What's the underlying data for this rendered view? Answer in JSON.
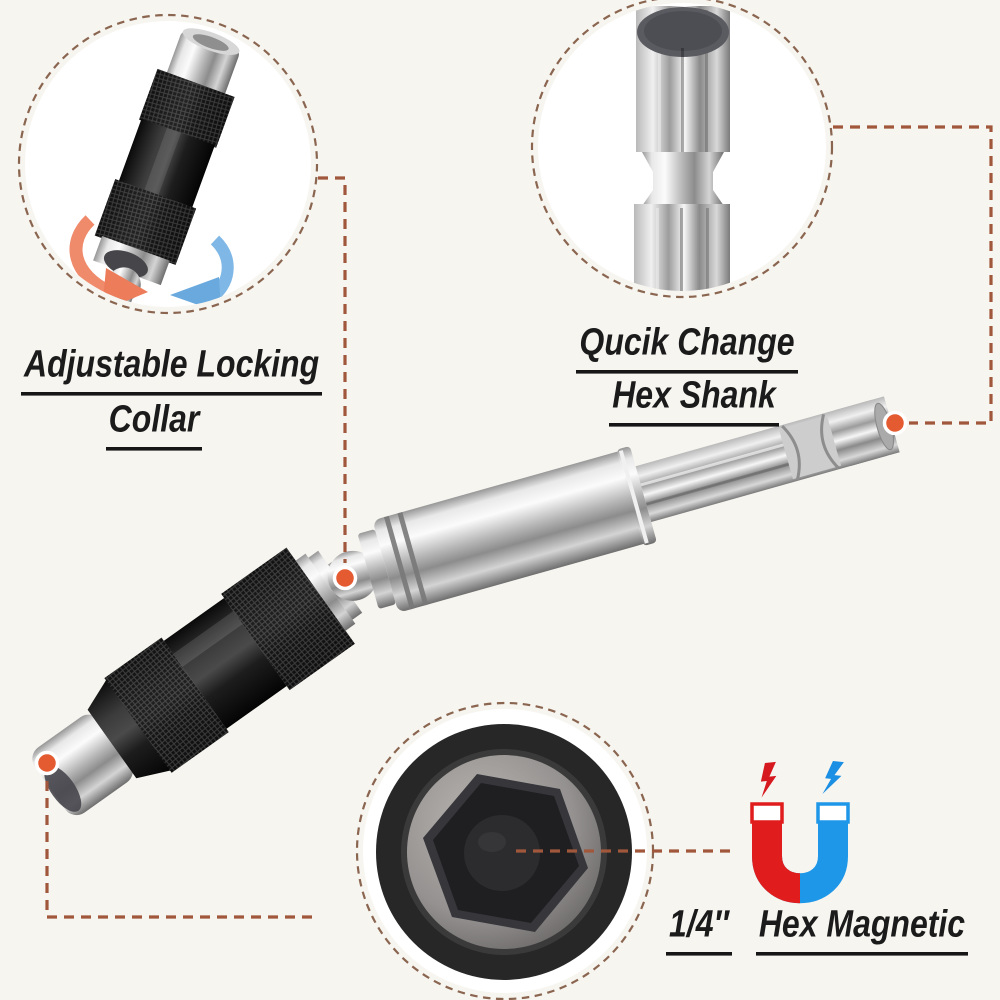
{
  "page": {
    "background": "#f7f5f0",
    "description_texts_present": [
      "Adjustable Locking",
      "Collar",
      "Qucik Change",
      "Hex Shank",
      "1/4″",
      "Hex Magnetic"
    ]
  },
  "colors": {
    "background": "#f7f5f0",
    "text": "#1b1b1b",
    "underline": "#161616",
    "zoom_circle_dash": "#8a6550",
    "callout_line": "#a0573b",
    "callout_dot": "#e45a31",
    "magnet_red": "#e11c1c",
    "magnet_blue": "#1e97e8",
    "arrow_red": "#ef8a6b",
    "arrow_blue": "#7fb8e6"
  },
  "callouts": {
    "locking_collar": {
      "line1": "Adjustable Locking",
      "line2": "Collar"
    },
    "hex_shank": {
      "line1": "Qucik Change",
      "line2": "Hex Shank"
    },
    "magnetic_tip": {
      "size": "1/4″",
      "text": "Hex Magnetic"
    }
  },
  "icons": {
    "magnet": "horseshoe-magnet-icon",
    "lightning_red": "red-lightning-icon",
    "lightning_blue": "blue-lightning-icon",
    "rotation_red": "red-rotation-arrow-icon",
    "rotation_blue": "blue-rotation-arrow-icon",
    "marker": "orange-callout-dot"
  }
}
